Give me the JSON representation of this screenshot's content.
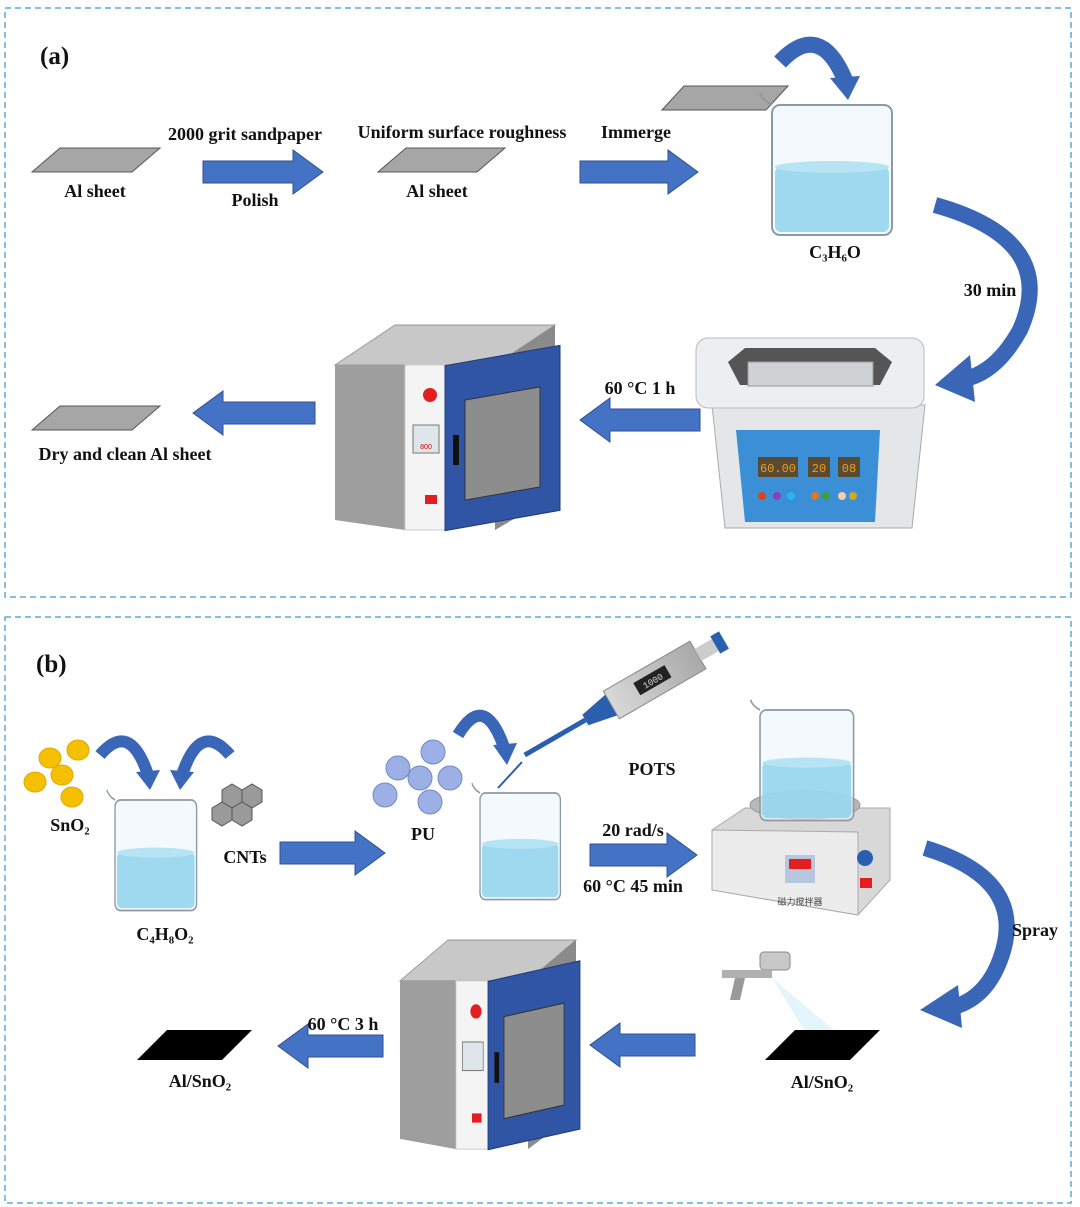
{
  "panel_a": {
    "tag": "(a)",
    "al_sheet_1": "Al sheet",
    "sandpaper": "2000 grit sandpaper",
    "polish": "Polish",
    "roughness": "Uniform surface roughness",
    "al_sheet_2": "Al sheet",
    "immerge": "Immerge",
    "acetone": "C₃H₆O",
    "time_30": "30 min",
    "bath_display": [
      "60.00",
      "20",
      "08"
    ],
    "oven_display": "800",
    "dry_condition": "60 °C  1 h",
    "final": "Dry and clean Al sheet"
  },
  "panel_b": {
    "tag": "(b)",
    "sno2": "SnO₂",
    "cnts": "CNTs",
    "solvent": "C₄H₈O₂",
    "pu": "PU",
    "pipette_display": "1000",
    "pots": "POTS",
    "stir_speed": "20 rad/s",
    "stir_condition": "60 °C 45 min",
    "stirrer_label": "磁力搅拌器",
    "spray": "Spray",
    "sprayed_sheet": "Al/SnO₂",
    "cure_condition": "60 °C 3 h",
    "final_sheet": "Al/SnO₂"
  },
  "colors": {
    "arrow": "#4472c4",
    "frame": "#5fa8d6",
    "oven_door": "#2f55a4",
    "liquid": "#8fd3ec"
  }
}
